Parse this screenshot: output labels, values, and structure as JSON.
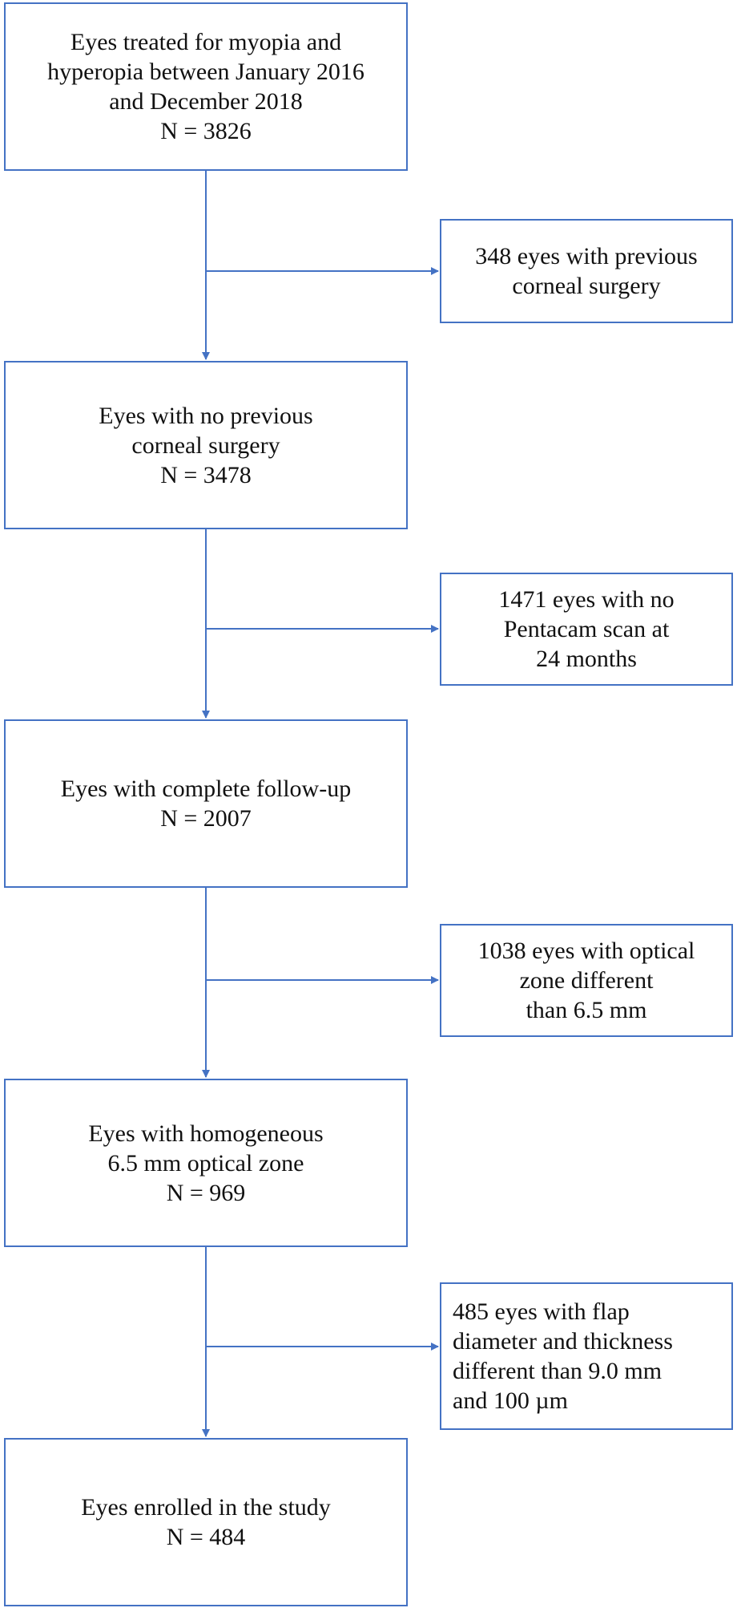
{
  "main_boxes": [
    {
      "lines": [
        "Eyes treated for myopia and",
        "hyperopia between January 2016",
        "and December 2018",
        "N = 3826"
      ]
    },
    {
      "lines": [
        "Eyes with no previous",
        "corneal surgery",
        "N = 3478"
      ]
    },
    {
      "lines": [
        "Eyes with complete follow-up",
        "N = 2007"
      ]
    },
    {
      "lines": [
        "Eyes with homogeneous",
        "6.5 mm optical zone",
        "N = 969"
      ]
    },
    {
      "lines": [
        "Eyes enrolled in the study",
        "N = 484"
      ]
    }
  ],
  "exclusion_boxes": [
    {
      "lines": [
        "348 eyes with previous",
        "corneal surgery"
      ]
    },
    {
      "lines": [
        "1471 eyes with no",
        "Pentacam scan at",
        "24 months"
      ]
    },
    {
      "lines": [
        "1038 eyes with optical",
        "zone different",
        "than 6.5 mm"
      ]
    },
    {
      "lines": [
        "485 eyes with flap",
        "diameter and thickness",
        "different than 9.0 mm",
        "and 100 µm"
      ]
    }
  ],
  "colors": {
    "line": "#4472c4",
    "border": "#4472c4",
    "text": "#111111",
    "background": "#ffffff"
  }
}
